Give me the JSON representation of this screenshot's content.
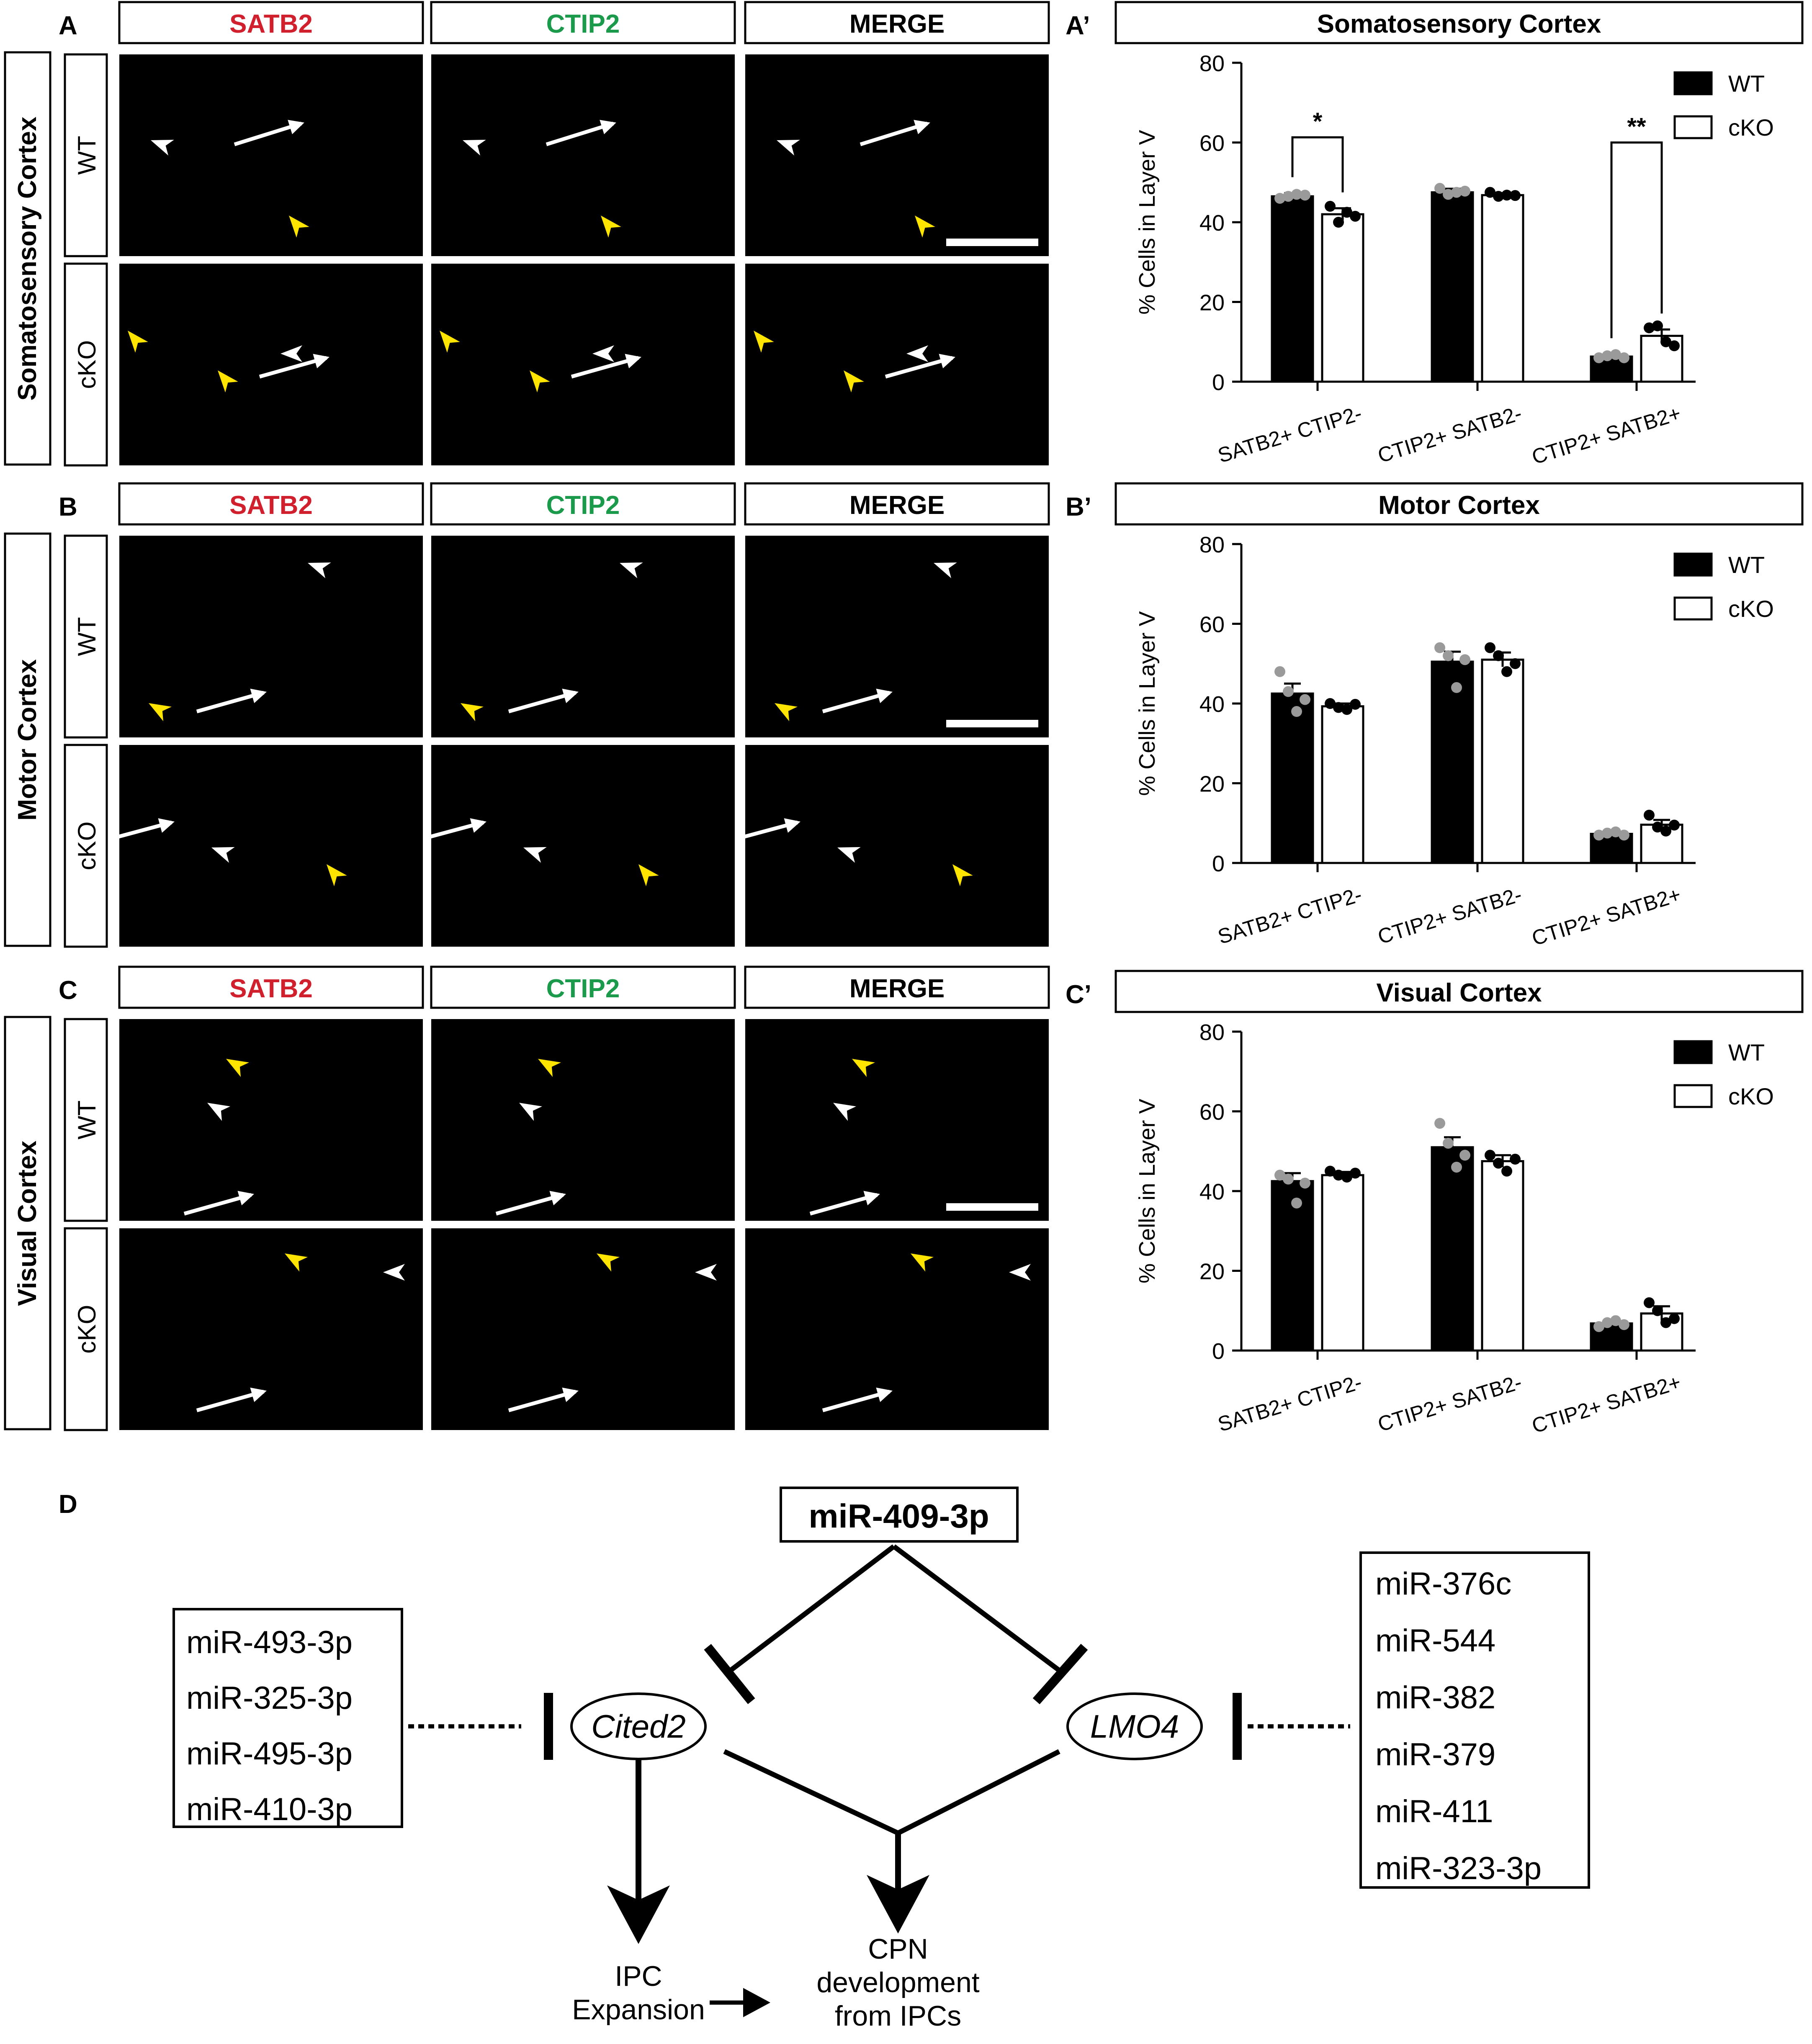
{
  "panel_letters": {
    "A": "A",
    "Ap": "A’",
    "B": "B",
    "Bp": "B’",
    "C": "C",
    "Cp": "C’",
    "D": "D"
  },
  "micrograph_headers": {
    "satb2": "SATB2",
    "ctip2": "CTIP2",
    "merge": "MERGE"
  },
  "region_labels": {
    "A": "Somatosensory Cortex",
    "B": "Motor Cortex",
    "C": "Visual Cortex"
  },
  "genotype_labels": {
    "wt": "WT",
    "cko": "cKO"
  },
  "colors": {
    "satb2_text": "#d0202e",
    "ctip2_text": "#1a9a4a",
    "merge_red": "#c8101c",
    "merge_green": "#22c03a",
    "yellow_arrow": "#ffe400",
    "white_arrow": "#ffffff",
    "gray_dot": "#9a9a9a"
  },
  "chart_data": [
    {
      "type": "bar",
      "title": "Somatosensory Cortex",
      "ylabel": "% Cells in Layer V",
      "ylim": [
        0,
        80
      ],
      "yticks": [
        "0",
        "20",
        "40",
        "60",
        "80"
      ],
      "categories": [
        "SATB2+ CTIP2-",
        "CTIP2+ SATB2-",
        "CTIP2+ SATB2+"
      ],
      "series": [
        {
          "name": "WT",
          "values": [
            46.5,
            47.5,
            6.3
          ],
          "errors": [
            0.8,
            0.9,
            0.6
          ],
          "points": [
            [
              46,
              46.5,
              47,
              46.8
            ],
            [
              48.5,
              47,
              47.5,
              47.8
            ],
            [
              6,
              6.5,
              6.8,
              6
            ]
          ]
        },
        {
          "name": "cKO",
          "values": [
            42.0,
            46.8,
            11.5
          ],
          "errors": [
            1.5,
            0.5,
            1.6
          ],
          "points": [
            [
              44,
              40,
              42.5,
              41.5
            ],
            [
              47.5,
              46.5,
              46.8,
              46.7
            ],
            [
              13.5,
              14,
              10,
              9
            ]
          ]
        }
      ],
      "significance": [
        "*",
        "",
        "**"
      ],
      "legend": "top-right"
    },
    {
      "type": "bar",
      "title": "Motor Cortex",
      "ylabel": "% Cells in Layer V",
      "ylim": [
        0,
        80
      ],
      "yticks": [
        "0",
        "20",
        "40",
        "60",
        "80"
      ],
      "categories": [
        "SATB2+ CTIP2-",
        "CTIP2+ SATB2-",
        "CTIP2+ SATB2+"
      ],
      "series": [
        {
          "name": "WT",
          "values": [
            42.5,
            50.5,
            7.3
          ],
          "errors": [
            2.5,
            2.5,
            0.4
          ],
          "points": [
            [
              48,
              43,
              38,
              41
            ],
            [
              54,
              52,
              44,
              51
            ],
            [
              7,
              7.5,
              7.8,
              7
            ]
          ]
        },
        {
          "name": "cKO",
          "values": [
            39.3,
            51.0,
            9.6
          ],
          "errors": [
            0.7,
            1.8,
            1.2
          ],
          "points": [
            [
              40,
              39,
              38.5,
              39.8
            ],
            [
              54,
              52,
              48,
              50
            ],
            [
              12,
              9,
              8,
              9.5
            ]
          ]
        }
      ],
      "legend": "top-right"
    },
    {
      "type": "bar",
      "title": "Visual Cortex",
      "ylabel": "% Cells in Layer V",
      "ylim": [
        0,
        80
      ],
      "yticks": [
        "0",
        "20",
        "40",
        "60",
        "80"
      ],
      "categories": [
        "SATB2+ CTIP2-",
        "CTIP2+ SATB2-",
        "CTIP2+ SATB2+"
      ],
      "series": [
        {
          "name": "WT",
          "values": [
            42.5,
            51.0,
            6.8
          ],
          "errors": [
            2.0,
            2.5,
            0.6
          ],
          "points": [
            [
              44,
              43,
              37,
              42
            ],
            [
              57,
              52,
              46,
              49
            ],
            [
              6,
              7,
              7.5,
              6.5
            ]
          ]
        },
        {
          "name": "cKO",
          "values": [
            44.0,
            47.5,
            9.3
          ],
          "errors": [
            0.8,
            1.5,
            1.8
          ],
          "points": [
            [
              45,
              44,
              43.5,
              44.5
            ],
            [
              49,
              47,
              45,
              48
            ],
            [
              12,
              10,
              7,
              8
            ]
          ]
        }
      ],
      "legend": "top-right"
    }
  ],
  "diagram": {
    "top_mirna": "miR-409-3p",
    "left_mirnas": [
      "miR-493-3p",
      "miR-325-3p",
      "miR-495-3p",
      "miR-410-3p"
    ],
    "right_mirnas": [
      "miR-376c",
      "miR-544",
      "miR-382",
      "miR-379",
      "miR-411",
      "miR-323-3p"
    ],
    "left_target": "Cited2",
    "right_target": "LMO4",
    "outcome_left": [
      "IPC",
      "Expansion"
    ],
    "outcome_right": [
      "CPN",
      "development",
      "from IPCs"
    ]
  }
}
